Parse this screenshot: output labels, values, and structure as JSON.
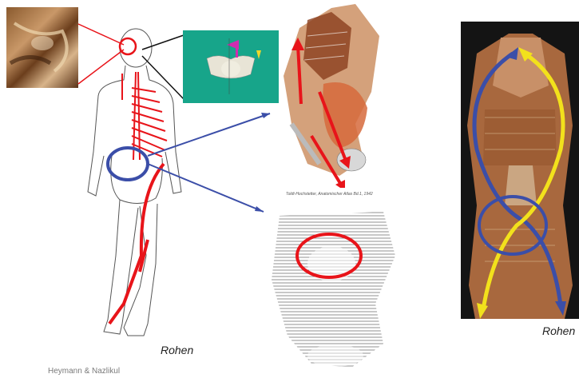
{
  "slide": {
    "footer": "Heymann & Nazlikul",
    "captions": {
      "figure_center": "Rohen",
      "figure_right": "Rohen",
      "atlas_credit": "Toldt-Hochstetter, Anatomischer Atlas Bd.1, 1942"
    }
  },
  "colors": {
    "red_highlight": "#e8141a",
    "blue_highlight": "#3b4ea8",
    "yellow_arrow": "#f2e11c",
    "inset_bg": "#17a58a",
    "tissue": "#b07848"
  }
}
